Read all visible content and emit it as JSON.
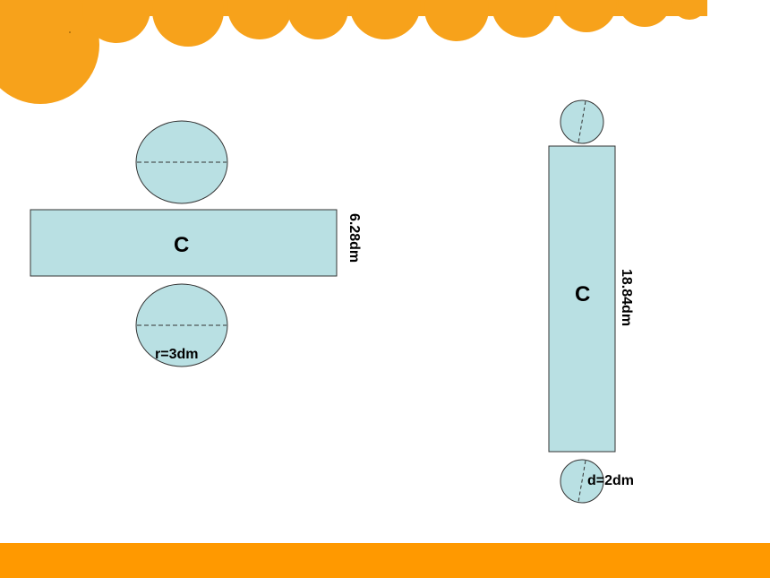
{
  "colors": {
    "accent_orange": "#f7a21b",
    "bottom_bar": "#ff9900",
    "shape_fill": "#b9e0e3",
    "shape_stroke": "#333333"
  },
  "net_left": {
    "rect_label": "C",
    "side_label": "6.28dm",
    "circle_label": "r=3dm"
  },
  "net_right": {
    "rect_label": "C",
    "side_label": "18.84dm",
    "circle_label": "d=2dm"
  }
}
